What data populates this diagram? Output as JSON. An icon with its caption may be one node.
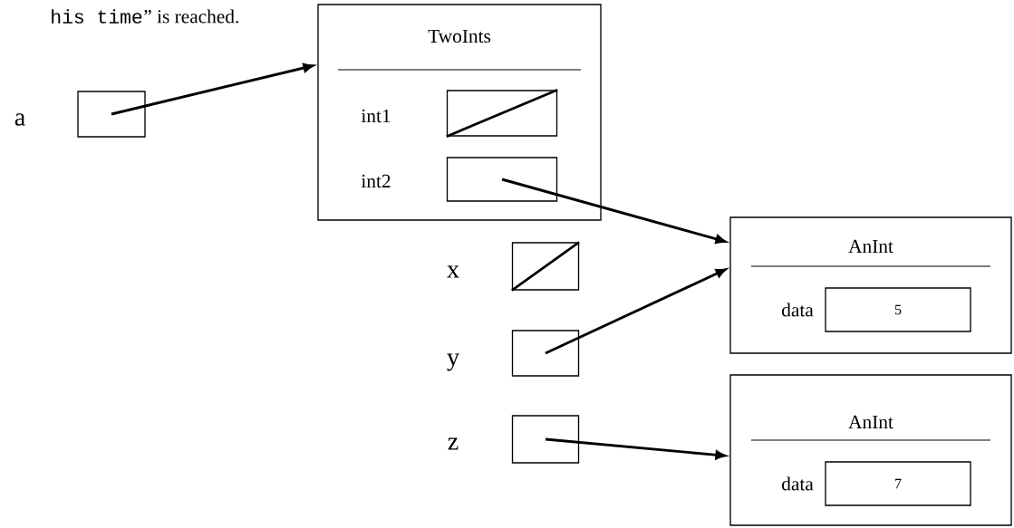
{
  "diagram": {
    "nodes": [
      {
        "text": [],
        "shape": "box",
        "beside": [
          "a"
        ]
      },
      {
        "text": [
          "TwoInts"
        ]
      },
      {
        "text": [],
        "shape": "box",
        "beside": [
          "int1"
        ],
        "in": 1
      },
      {
        "text": [],
        "shape": "box",
        "beside": [
          "int2"
        ],
        "in": 1
      },
      {
        "text": [
          "AnInt"
        ]
      },
      {
        "text": [
          "5"
        ],
        "beside": [
          "data"
        ],
        "in": 4
      },
      {
        "text": [],
        "shape": "box",
        "beside": [
          "x"
        ]
      },
      {
        "text": [],
        "shape": "box",
        "beside": [
          "y"
        ]
      },
      {
        "text": [
          "AnInt"
        ]
      },
      {
        "text": [
          "7"
        ],
        "beside": [
          "data"
        ],
        "in": 8
      },
      {
        "text": [],
        "shape": "box",
        "beside": [
          "z"
        ]
      }
    ],
    "edges": [
      {
        "from": 0,
        "to": 1,
        "arrow": "to"
      },
      {
        "from": 3,
        "to": 4,
        "arrow": "to"
      },
      {
        "from": 7,
        "to": 4,
        "arrow": "to"
      },
      {
        "from": 10,
        "to": 8,
        "arrow": "to"
      }
    ],
    "labels": [
      "his time",
      "” is reached."
    ]
  }
}
